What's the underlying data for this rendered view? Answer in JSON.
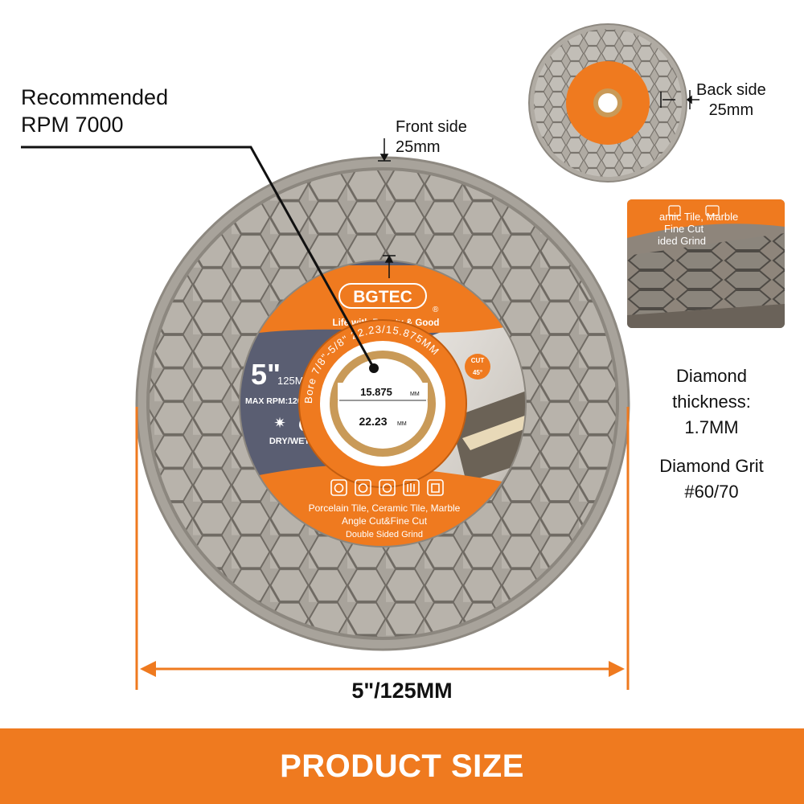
{
  "callouts": {
    "rpm_line1": "Recommended",
    "rpm_line2": "RPM 7000",
    "front_line1": "Front side",
    "front_line2": "25mm",
    "back_line1": "Back side",
    "back_line2": "25mm"
  },
  "specs": {
    "thickness_line1": "Diamond",
    "thickness_line2": "thickness:",
    "thickness_line3": "1.7MM",
    "grit_line1": "Diamond Grit",
    "grit_line2": "#60/70"
  },
  "dimension_label": "5\"/125MM",
  "footer_title": "PRODUCT SIZE",
  "blade_label": {
    "brand": "BGTEC",
    "registered": "®",
    "tagline": "Life with Beauty & Good",
    "size_inch": "5\"",
    "size_mm": "125MM",
    "max_rpm": "MAX RPM:12000",
    "dry_wet": "DRY/WET",
    "bore_top": "15.875",
    "bore_top_unit": "MM",
    "bore_bottom": "22.23",
    "bore_bottom_unit": "MM",
    "ring_text": "Bore 7/8\"-5/8\" 22.23/15.875MM",
    "cut_badge": "CUT",
    "cut_angle": "45°",
    "uses_line1": "Porcelain Tile, Ceramic Tile, Marble",
    "uses_line2": "Angle Cut&Fine Cut",
    "uses_line3": "Double Sided Grind",
    "detail_line1": "amic Tile, Marble",
    "detail_line2": "Fine Cut",
    "detail_line3": "ided Grind"
  },
  "colors": {
    "orange": "#ef7a1f",
    "label_gray": "#5a5e72",
    "blade_gray": "#a8a39b",
    "hex_cell": "#b7b2aa",
    "bronze": "#b07a3a"
  }
}
